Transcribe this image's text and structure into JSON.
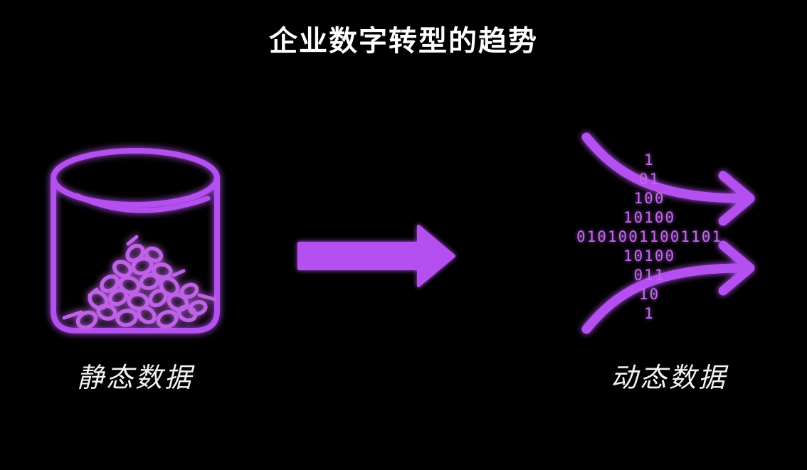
{
  "slide": {
    "title": "企业数字转型的趋势",
    "background_color": "#000000",
    "accent_color": "#b44ff0",
    "text_color": "#ffffff"
  },
  "left_illustration": {
    "icon_name": "data-barrel-icon",
    "caption": "静态数据",
    "description": "cylinder container filled with a pile of rings"
  },
  "center": {
    "icon_name": "right-arrow-icon",
    "label": ""
  },
  "right_illustration": {
    "icon_name": "data-stream-icon",
    "caption": "动态数据",
    "binary_rows": [
      "1",
      "01",
      "100",
      "10100",
      "01010011001101",
      "10100",
      "011",
      "10",
      "1"
    ]
  }
}
